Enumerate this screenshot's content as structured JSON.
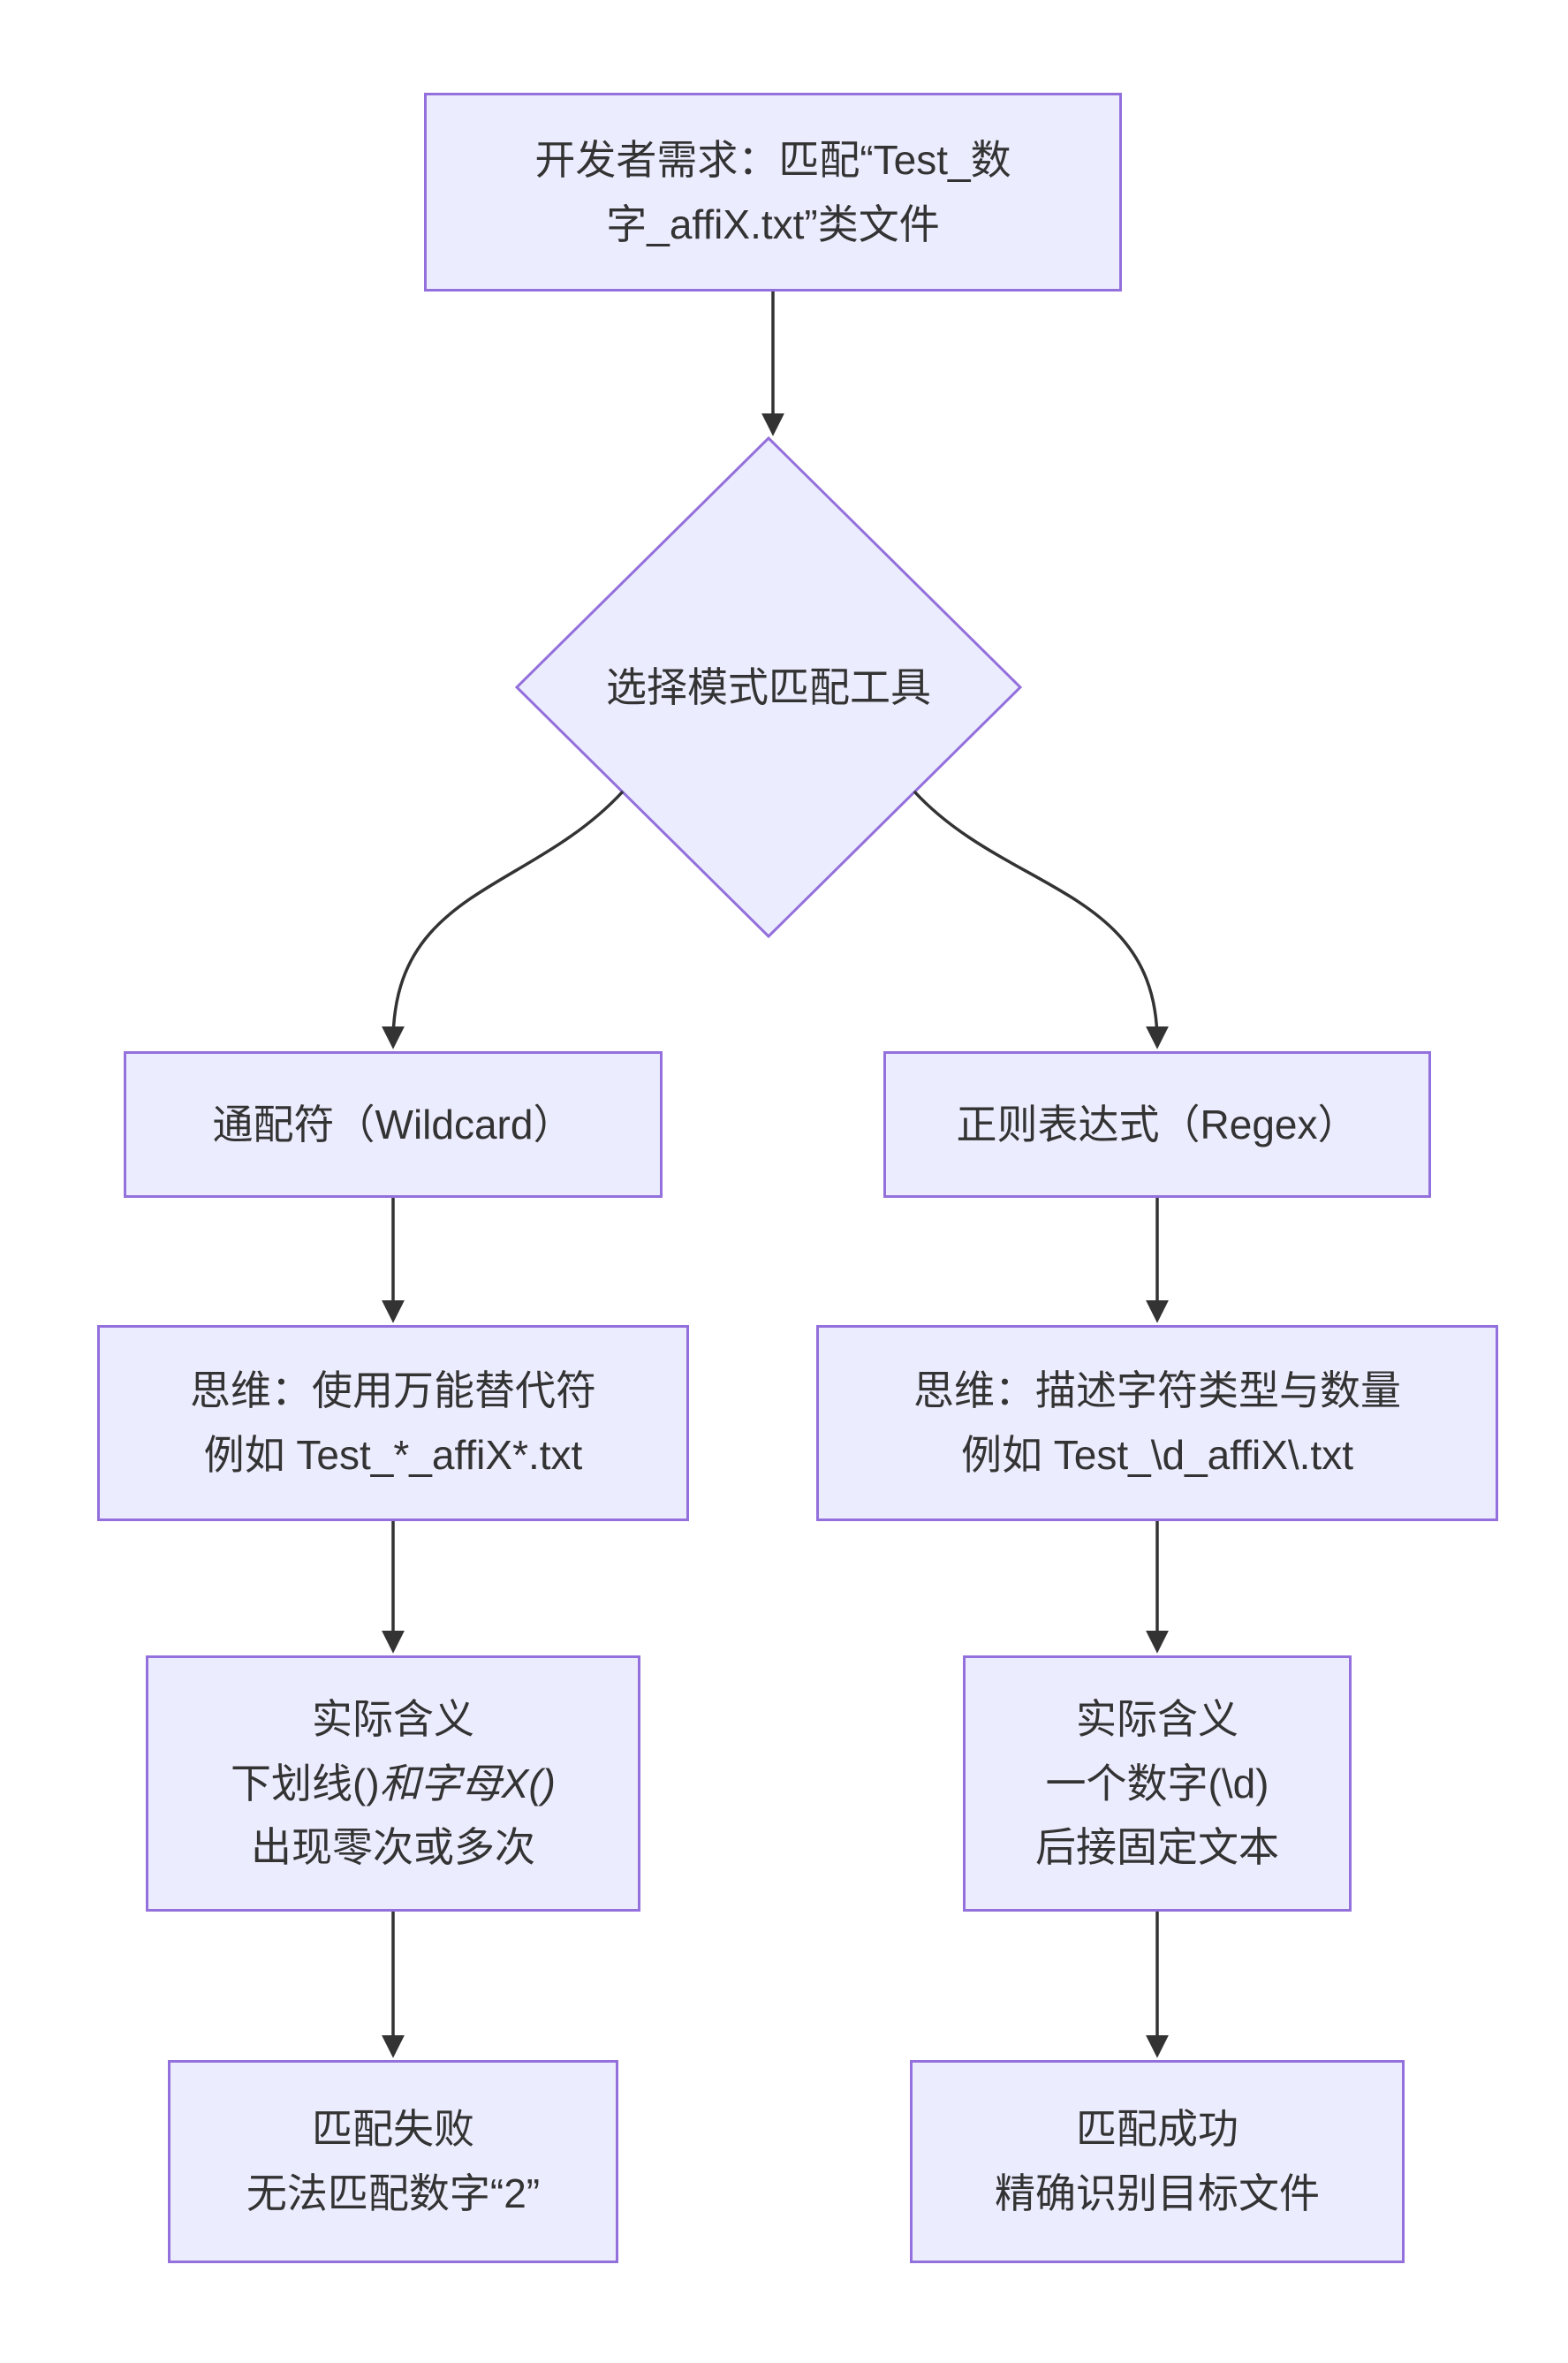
{
  "theme": {
    "background": "#ffffff",
    "node_fill": "#ECECFF",
    "node_border": "#9370DB",
    "text_color": "#333333",
    "arrow_color": "#333333"
  },
  "nodes": {
    "requirement": {
      "line1": "开发者需求：匹配“Test_数",
      "line2": "字_affiX.txt”类文件"
    },
    "decision": {
      "line1": "选择模式匹配工具"
    },
    "wildcard": {
      "line1": "通配符（Wildcard）"
    },
    "regex": {
      "line1": "正则表达式（Regex）"
    },
    "wildcard_think": {
      "line1": "思维：使用万能替代符",
      "line2": "例如 Test_*_affiX*.txt"
    },
    "regex_think": {
      "line1": "思维：描述字符类型与数量",
      "line2": "例如 Test_\\d_affiX\\.txt"
    },
    "wildcard_meaning": {
      "line1": "实际含义",
      "line2_normal": "下划线()",
      "line2_italic": "和字母X()",
      "line3": "出现零次或多次"
    },
    "regex_meaning": {
      "line1": "实际含义",
      "line2": "一个数字(\\d)",
      "line3": "后接固定文本"
    },
    "wildcard_result": {
      "line1": "匹配失败",
      "line2": "无法匹配数字“2”"
    },
    "regex_result": {
      "line1": "匹配成功",
      "line2": "精确识别目标文件"
    }
  },
  "edges": [
    {
      "from": "requirement",
      "to": "decision"
    },
    {
      "from": "decision",
      "to": "wildcard"
    },
    {
      "from": "decision",
      "to": "regex"
    },
    {
      "from": "wildcard",
      "to": "wildcard_think"
    },
    {
      "from": "wildcard_think",
      "to": "wildcard_meaning"
    },
    {
      "from": "wildcard_meaning",
      "to": "wildcard_result"
    },
    {
      "from": "regex",
      "to": "regex_think"
    },
    {
      "from": "regex_think",
      "to": "regex_meaning"
    },
    {
      "from": "regex_meaning",
      "to": "regex_result"
    }
  ]
}
